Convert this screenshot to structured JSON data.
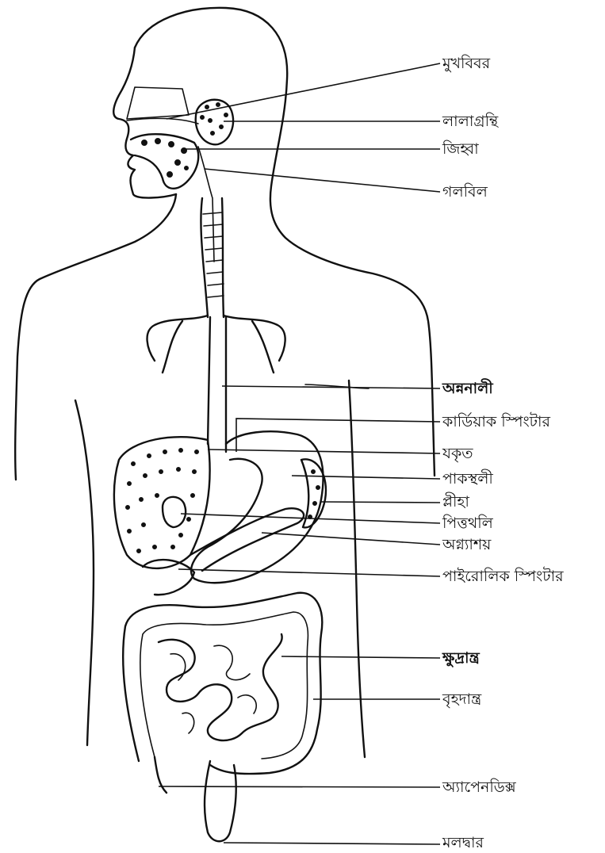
{
  "labels": {
    "mouth": "মুখবিবর",
    "salivary_gland": "লালাগ্রন্থি",
    "tongue": "জিহ্বা",
    "pharynx": "গলবিল",
    "esophagus": "অন্ননালী",
    "cardiac_sphincter": "কার্ডিয়াক স্পিংটার",
    "liver": "যকৃত",
    "stomach": "পাকস্থলী",
    "spleen": "প্লীহা",
    "gallbladder": "পিত্তথলি",
    "pancreas": "অগ্ন্যাশয়",
    "pyloric_sphincter": "পাইরোলিক স্পিংটার",
    "small_intestine": "ক্ষুদ্রান্ত্র",
    "large_intestine": "বৃহদান্ত্র",
    "appendix": "অ্যাপেনডিক্স",
    "anus": "মলদ্বার"
  }
}
